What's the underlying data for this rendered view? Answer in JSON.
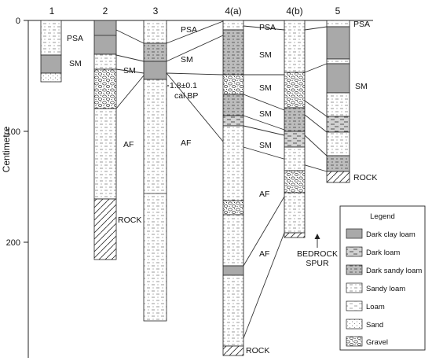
{
  "axis": {
    "label": "Centimetre",
    "ticks": [
      "0",
      "100",
      "200"
    ]
  },
  "columns": [
    {
      "id": "c1",
      "header": "1"
    },
    {
      "id": "c2",
      "header": "2"
    },
    {
      "id": "c3",
      "header": "3"
    },
    {
      "id": "c4a",
      "header": "4(a)"
    },
    {
      "id": "c4b",
      "header": "4(b)"
    },
    {
      "id": "c5",
      "header": "5"
    }
  ],
  "labels": {
    "psa_1": "PSA",
    "sm_1": "SM",
    "psa_3": "PSA",
    "psa_4a": "PSA",
    "psa_5": "PSA",
    "sm_2": "SM",
    "sm_3": "SM",
    "sm_4a_1": "SM",
    "sm_4a_2": "SM",
    "sm_4a_3": "SM",
    "sm_4a_4": "SM",
    "sm_5": "SM",
    "af_2": "AF",
    "af_3": "AF",
    "af_4a_1": "AF",
    "af_4a_2": "AF",
    "date_1": "1.8±0.1",
    "date_2": "cal BP",
    "rock_2": "ROCK",
    "rock_4": "ROCK",
    "rock_5": "ROCK",
    "spur_1": "BEDROCK",
    "spur_2": "SPUR"
  },
  "legend": {
    "title": "Legend",
    "items": [
      {
        "label": "Dark clay loam",
        "pattern": "p-darkclay"
      },
      {
        "label": "Dark loam",
        "pattern": "p-darkloam"
      },
      {
        "label": "Dark sandy loam",
        "pattern": "p-darksandy"
      },
      {
        "label": "Sandy loam",
        "pattern": "p-sandyloam"
      },
      {
        "label": "Loam",
        "pattern": "p-loam"
      },
      {
        "label": "Sand",
        "pattern": "p-sand"
      },
      {
        "label": "Gravel",
        "pattern": "p-gravel"
      }
    ]
  },
  "colors": {
    "dark_clay": "#a9a9a9",
    "line": "#222222"
  }
}
